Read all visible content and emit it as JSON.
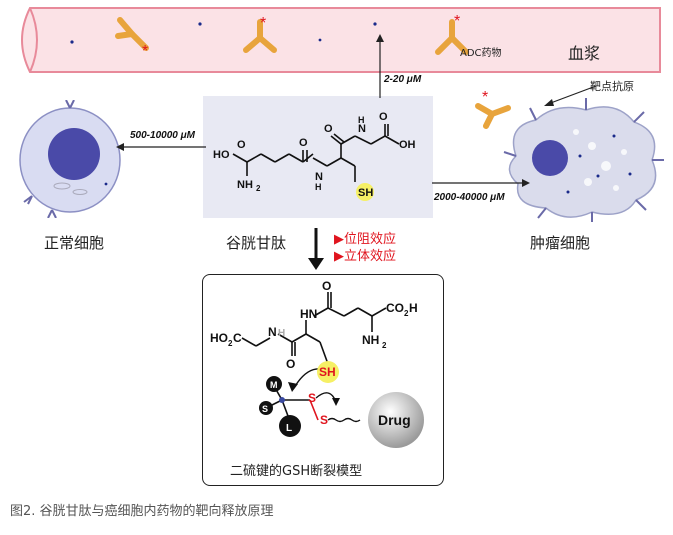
{
  "plasma_label": "血浆",
  "adc_label": "ADC药物",
  "target_antigen_label": "靶点抗原",
  "normal_cell_label": "正常细胞",
  "tumor_cell_label": "肿瘤细胞",
  "gsh_name_label": "谷胱甘肽",
  "conc_plasma": "2-20 μM",
  "conc_normal": "500-10000 μM",
  "conc_tumor": "2000-40000 μM",
  "effects": [
    "▶位阻效应",
    "▶立体效应"
  ],
  "model_title": "二硫键的GSH断裂模型",
  "drug_label": "Drug",
  "ball_labels": [
    "M",
    "S",
    "L"
  ],
  "caption": "图2. 谷胱甘肽与癌细胞内药物的靶向释放原理",
  "colors": {
    "plasma_fill": "#fbe2e6",
    "plasma_stroke": "#e88a9a",
    "antibody": "#e8a43c",
    "payload_star": "#e0141e",
    "cell_fill": "#d9dcf2",
    "nucleus": "#4a4aa8",
    "panel_fill": "#e8e9f3",
    "sh_highlight": "#f6f065"
  }
}
